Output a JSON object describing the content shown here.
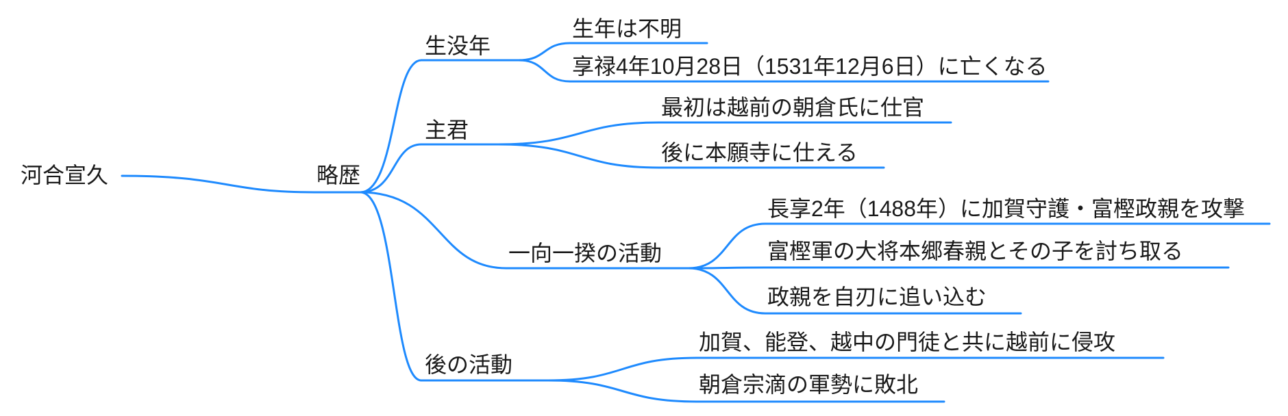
{
  "colors": {
    "link": "#1E8AFE",
    "text": "#1A1A1A",
    "background": "#FFFFFF"
  },
  "mindmap": {
    "root": {
      "label": "河合宣久"
    },
    "overview": {
      "label": "略歴"
    },
    "branches": [
      {
        "label": "生没年",
        "children": [
          "生年は不明",
          "享禄4年10月28日（1531年12月6日）に亡くなる"
        ]
      },
      {
        "label": "主君",
        "children": [
          "最初は越前の朝倉氏に仕官",
          "後に本願寺に仕える"
        ]
      },
      {
        "label": "一向一揆の活動",
        "children": [
          "長享2年（1488年）に加賀守護・富樫政親を攻撃",
          "富樫軍の大将本郷春親とその子を討ち取る",
          "政親を自刃に追い込む"
        ]
      },
      {
        "label": "後の活動",
        "children": [
          "加賀、能登、越中の門徒と共に越前に侵攻",
          "朝倉宗滴の軍勢に敗北"
        ]
      }
    ]
  }
}
